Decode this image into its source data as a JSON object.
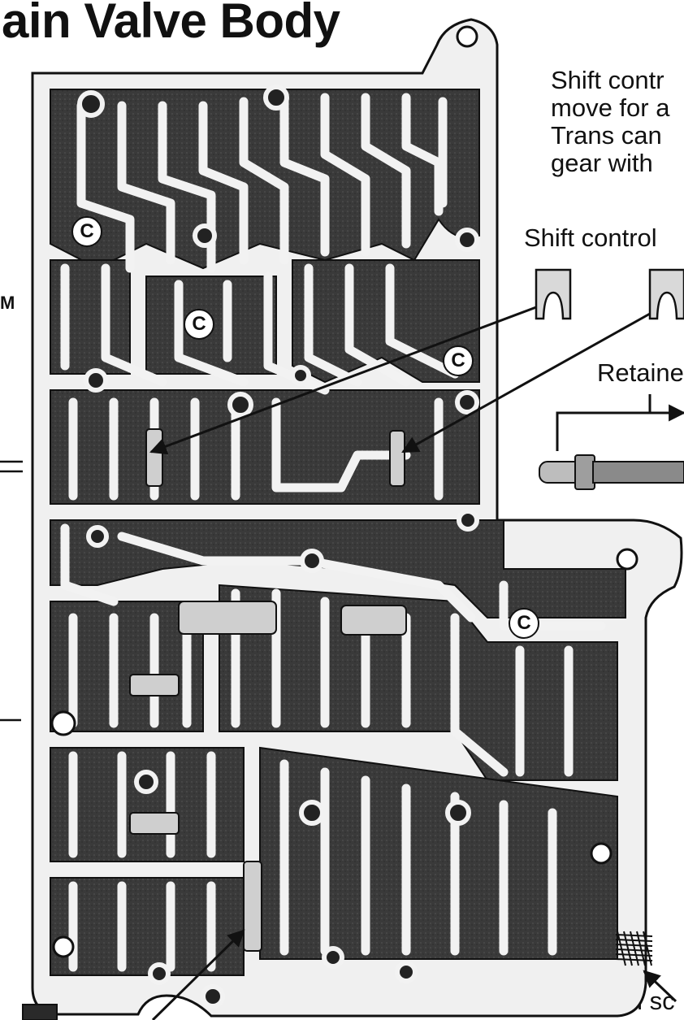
{
  "title": "ain Valve Body",
  "notes": {
    "shift_control_desc": [
      "Shift contr",
      "move for a",
      "Trans can",
      "gear with"
    ],
    "shift_control_label": "Shift control",
    "retainer_label": "Retaine",
    "install_label": "Install sc",
    "left_fragment": "M"
  },
  "markers": {
    "c": "C"
  },
  "colors": {
    "ink": "#111111",
    "casting_dark": "#2f2f2f",
    "casting_mid": "#5a5a5a",
    "plate_light": "#f2f2f2"
  }
}
